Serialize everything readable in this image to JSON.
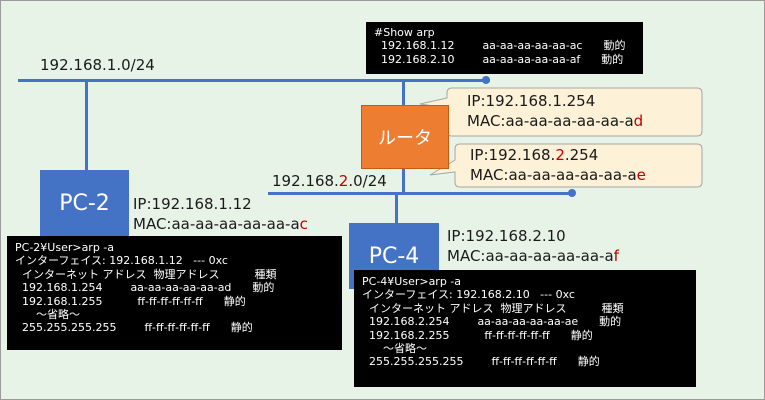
{
  "networks": {
    "lan1": "192.168.1.0/24",
    "lan2_prefix": "192.168.",
    "lan2_highlight": "2",
    "lan2_suffix": ".0/24"
  },
  "devices": {
    "pc2": {
      "label": "PC-2",
      "ip": "IP:192.168.1.12",
      "mac_prefix": "MAC:aa-aa-aa-aa-aa-a",
      "mac_highlight": "c"
    },
    "pc4": {
      "label": "PC-4",
      "ip": "IP:192.168.2.10",
      "mac_prefix": "MAC:aa-aa-aa-aa-aa-a",
      "mac_highlight": "f"
    },
    "router": {
      "label": "ルータ",
      "if1": {
        "ip": "IP:192.168.1.254",
        "mac_prefix": "MAC:aa-aa-aa-aa-aa-a",
        "mac_highlight": "d"
      },
      "if2": {
        "ip_prefix": "IP:192.168.",
        "ip_highlight": "2",
        "ip_suffix": ".254",
        "mac_prefix": "MAC:aa-aa-aa-aa-aa-a",
        "mac_highlight": "e"
      }
    }
  },
  "terminals": {
    "show_arp": [
      "#Show arp",
      "  192.168.1.12        aa-aa-aa-aa-aa-ac      動的",
      "  192.168.2.10        aa-aa-aa-aa-aa-af      動的"
    ],
    "pc2_arp": [
      "PC-2¥User>arp -a",
      "インターフェイス: 192.168.1.12   --- 0xc",
      "  インターネット アドレス  物理アドレス          種類",
      "  192.168.1.254        aa-aa-aa-aa-aa-ad      動的",
      "  192.168.1.255          ff-ff-ff-ff-ff-ff      静的",
      "      ～省略～",
      "  255.255.255.255        ff-ff-ff-ff-ff-ff      静的"
    ],
    "pc4_arp": [
      "PC-4¥User>arp -a",
      "インターフェイス: 192.168.2.10   --- 0xc",
      "  インターネット アドレス  物理アドレス          種類",
      "  192.168.2.254        aa-aa-aa-aa-aa-ae      動的",
      "  192.168.2.255          ff-ff-ff-ff-ff-ff      静的",
      "      ～省略～",
      "  255.255.255.255        ff-ff-ff-ff-ff-ff      静的"
    ]
  },
  "colors": {
    "background": "#e8f3e8",
    "network_line": "#4472c4",
    "pc": "#4472c4",
    "router": "#ed7d31",
    "callout": "#fdf1d7",
    "highlight": "#c00000"
  }
}
